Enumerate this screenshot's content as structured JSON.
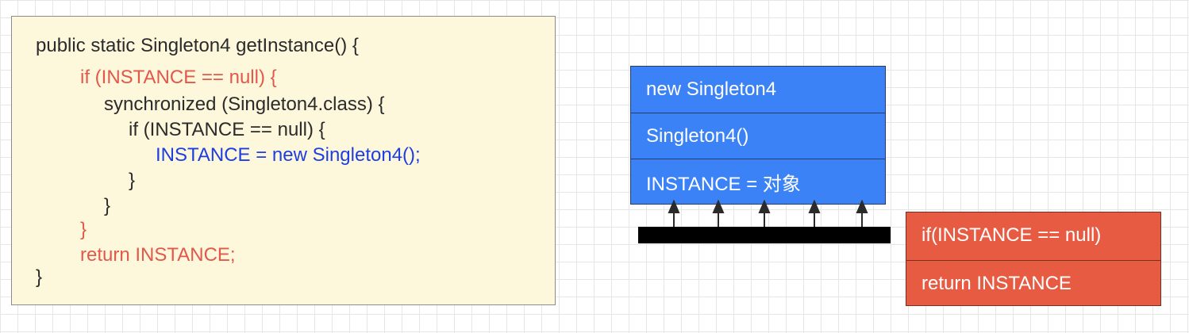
{
  "code": {
    "lines": [
      "public static Singleton4 getInstance() {",
      "if (INSTANCE == null) {",
      "synchronized (Singleton4.class) {",
      "if (INSTANCE == null) {",
      "INSTANCE = new Singleton4();",
      "}",
      "}",
      "}",
      "return INSTANCE;",
      "}"
    ]
  },
  "stack": {
    "rows": [
      "new Singleton4",
      "Singleton4()",
      "INSTANCE = 对象"
    ]
  },
  "thread_box": {
    "rows": [
      "if(INSTANCE == null)",
      "return INSTANCE"
    ]
  },
  "colors": {
    "code_bg": "#fdf7dc",
    "keyword_red": "#e2584a",
    "assignment_blue": "#1e3ee0",
    "stack_blue": "#3b82f6",
    "thread_red": "#e85b43"
  }
}
